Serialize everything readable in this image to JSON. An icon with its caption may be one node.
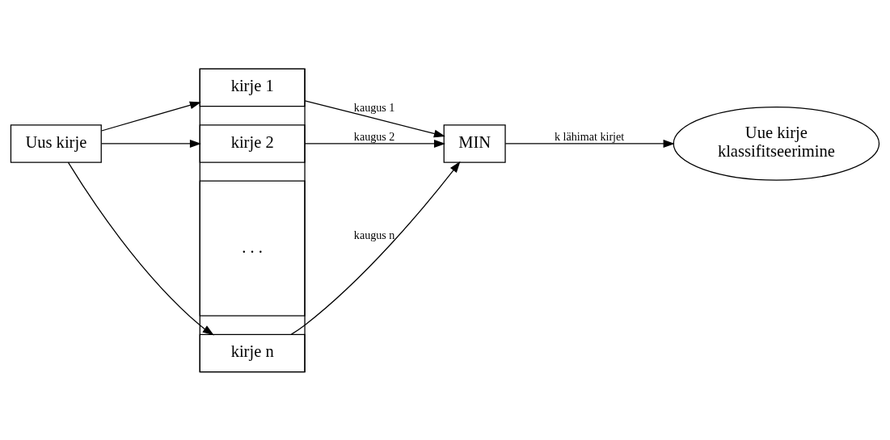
{
  "diagram": {
    "nodes": [
      {
        "text": [
          "Uus kirje"
        ]
      },
      {
        "text": [],
        "shape": "box"
      },
      {
        "text": [
          "kirje 1"
        ],
        "in": 1
      },
      {
        "text": [
          "kirje 2"
        ],
        "in": 1
      },
      {
        "text": [
          "kirje n"
        ],
        "in": 1
      },
      {
        "text": [
          "MIN"
        ]
      },
      {
        "text": [
          "Uue kirje klassifitseerimine"
        ]
      }
    ],
    "edges": [
      {
        "from": 0,
        "to": 2,
        "arrow": "to"
      },
      {
        "from": 0,
        "to": 3,
        "arrow": "to"
      },
      {
        "from": 0,
        "to": 4,
        "arrow": "to"
      },
      {
        "from": 2,
        "to": 5,
        "label": "kaugus 1",
        "arrow": "to"
      },
      {
        "from": 3,
        "to": 5,
        "label": "kaugus 2",
        "arrow": "to"
      },
      {
        "from": 4,
        "to": 5,
        "label": "kaugus n",
        "arrow": "to"
      },
      {
        "from": 5,
        "to": 6,
        "label": "k lähimat kirjet",
        "arrow": "to"
      }
    ],
    "labels": [
      ". . ."
    ]
  }
}
